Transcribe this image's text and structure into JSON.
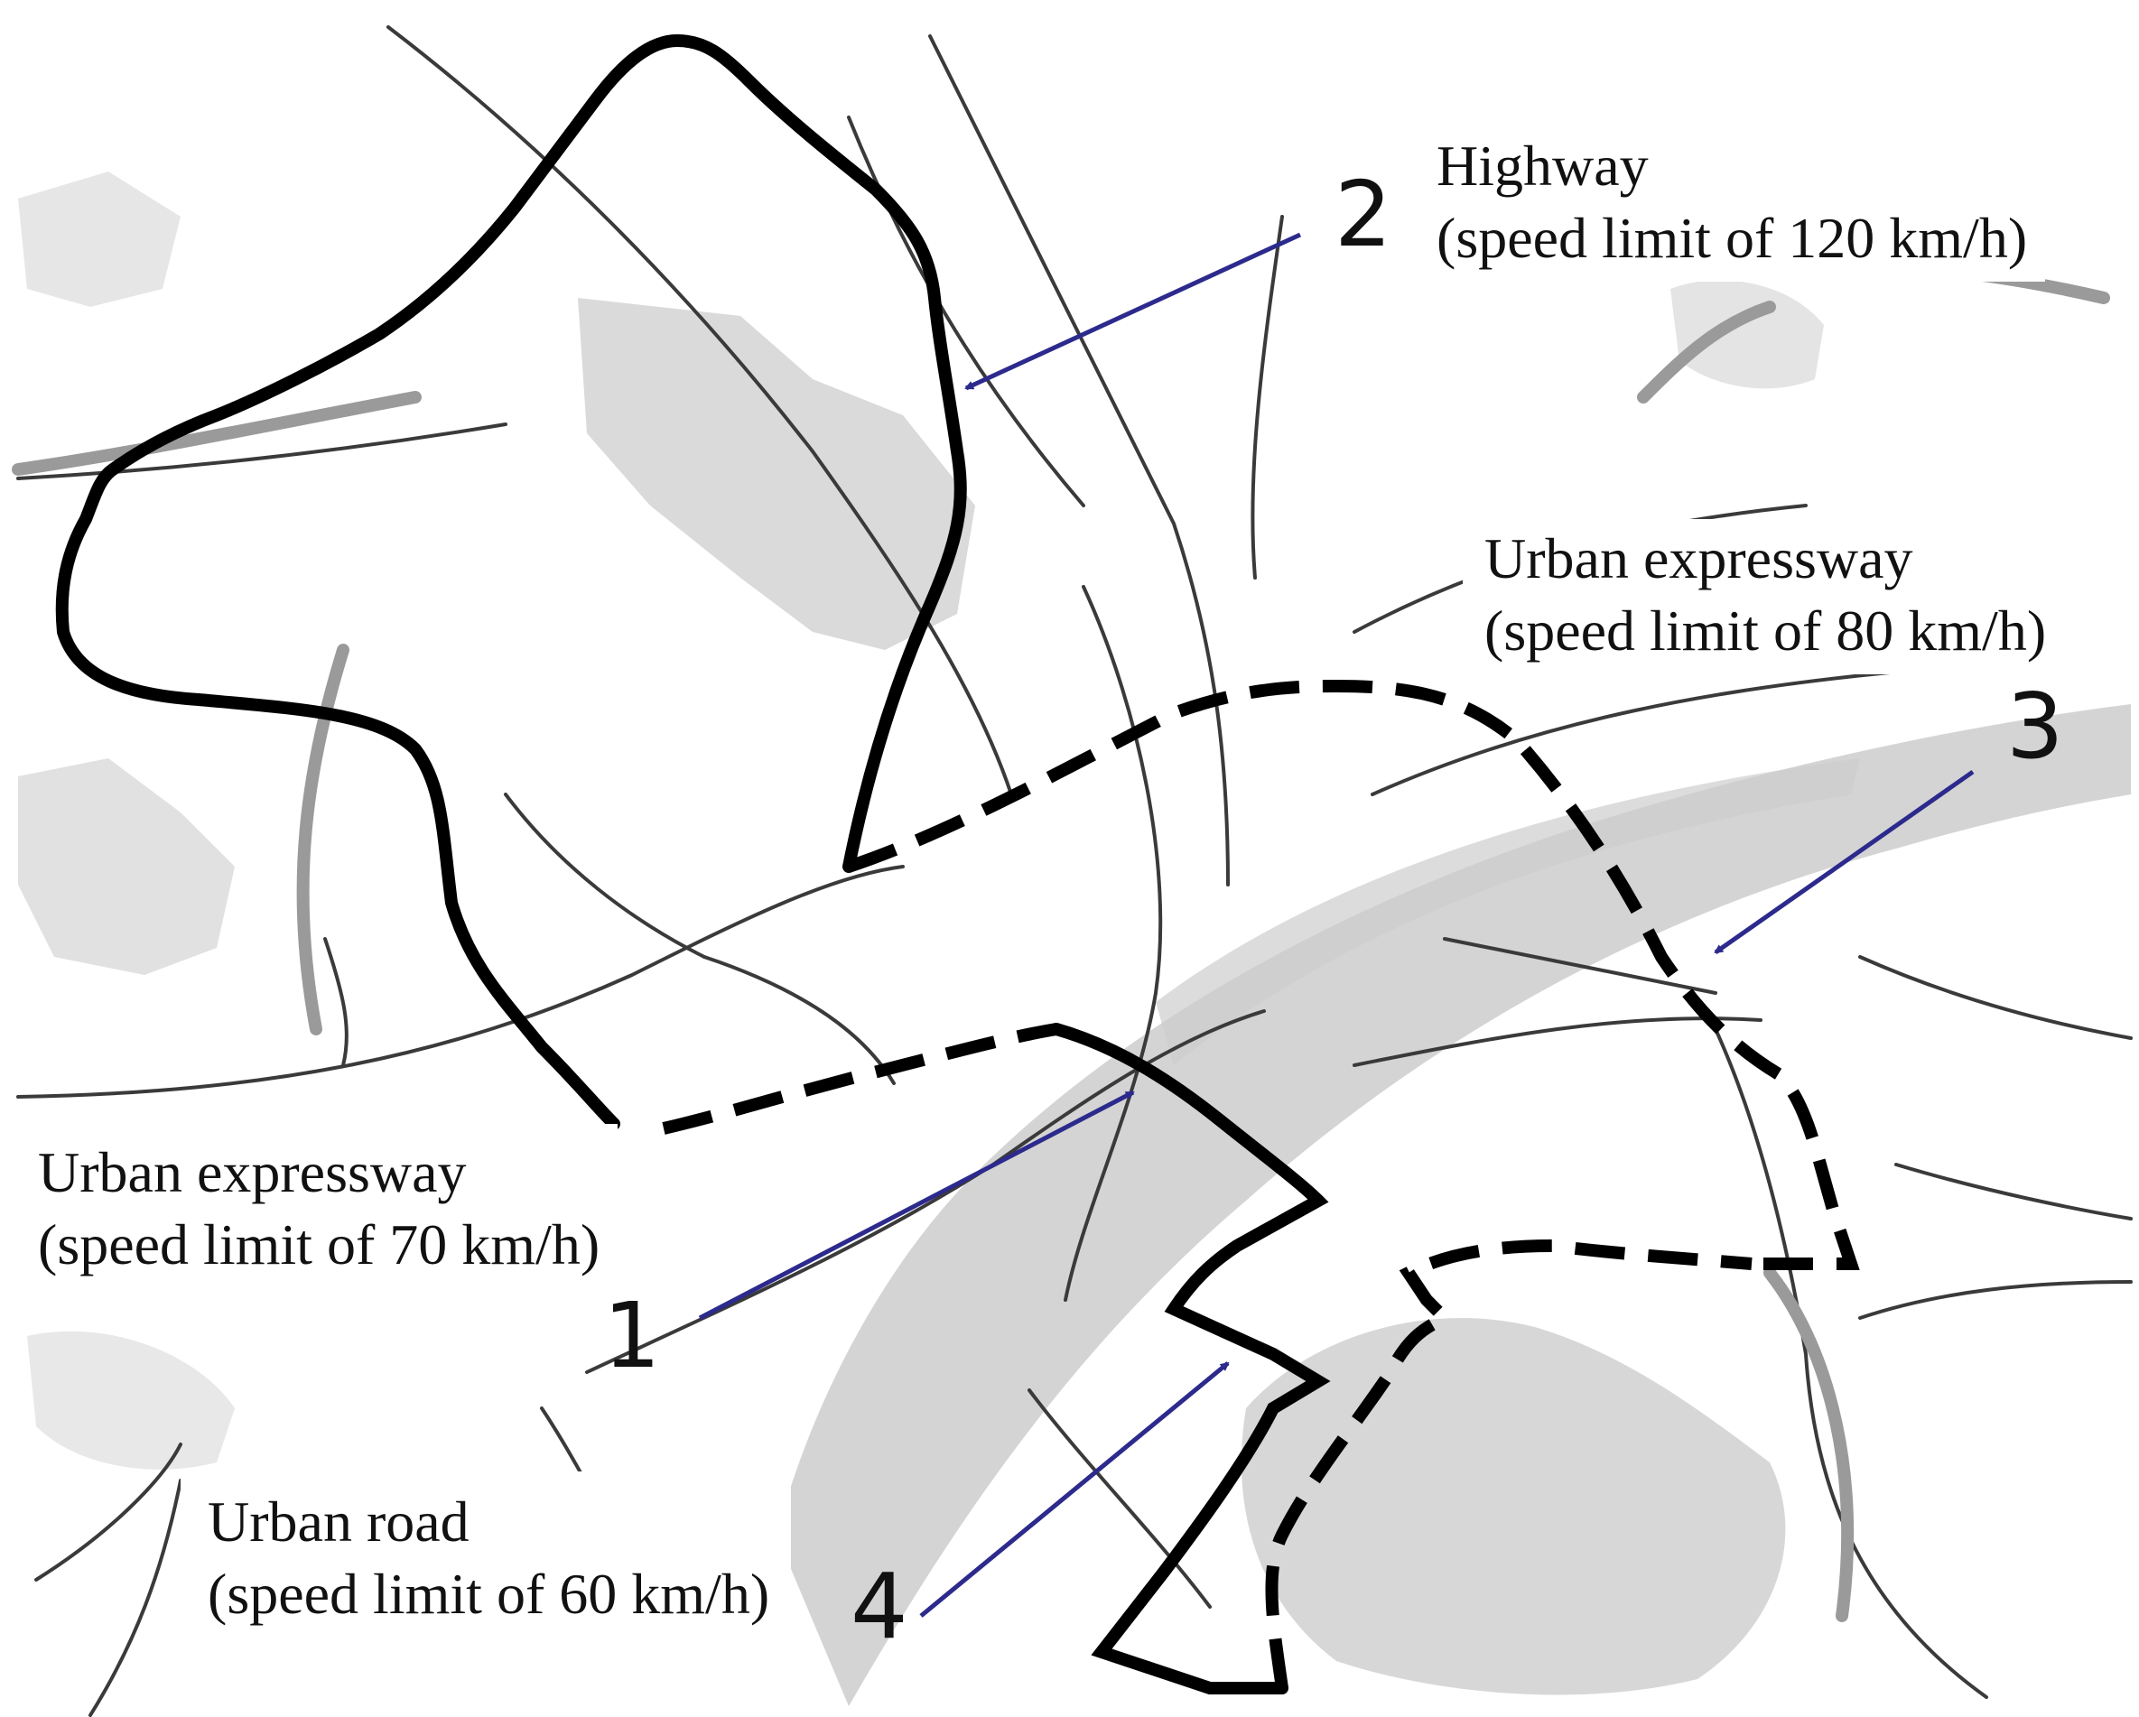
{
  "map": {
    "colors": {
      "background": "#ffffff",
      "water": "#cdcdcd",
      "minor_road": "#3a3a3a",
      "route_line": "#000000",
      "pointer_arrow": "#2c2a8c"
    },
    "routes": [
      {
        "number": "1",
        "title": "Urban expressway",
        "speed": "(speed limit of 70 km/h)",
        "line_style": "dashed"
      },
      {
        "number": "2",
        "title": "Highway",
        "speed": "(speed limit of 120 km/h)",
        "line_style": "solid"
      },
      {
        "number": "3",
        "title": "Urban expressway",
        "speed": "(speed limit of 80 km/h)",
        "line_style": "dashed"
      },
      {
        "number": "4",
        "title": "Urban road",
        "speed": "(speed limit of 60 km/h)",
        "line_style": "solid"
      }
    ]
  }
}
